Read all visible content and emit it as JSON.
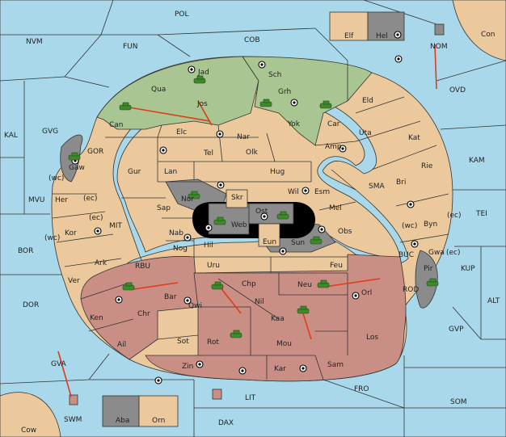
{
  "colors": {
    "sea": "#a9d8ea",
    "neutral_land": "#ecc99c",
    "green_power": "#a9c692",
    "red_power": "#c98f84",
    "grey_power": "#8b8b8b",
    "impassable": "#000000",
    "order_arrow": "#e03a1a",
    "unit": "#3e8a2a"
  },
  "ocean_labels": [
    "POL",
    "NVM",
    "FUN",
    "COB",
    "NOM",
    "Con",
    "OVD",
    "KAL",
    "GVG",
    "GOR",
    "KAM",
    "MVU",
    "SMA",
    "TEI",
    "MIT",
    "BOR",
    "RBU",
    "BUC",
    "KUP",
    "DOR",
    "ROD",
    "ALT",
    "GVP",
    "GVA",
    "FRO",
    "SOM",
    "LIT",
    "SWM",
    "Cow",
    "DAX"
  ],
  "land_labels": [
    "Elf",
    "Hel",
    "Jad",
    "Sch",
    "Qua",
    "Jos",
    "Grh",
    "Can",
    "Eld",
    "Yok",
    "Car",
    "Elc",
    "Nar",
    "Uta",
    "Tel",
    "Gaw",
    "Amp",
    "Kat",
    "Gur",
    "Olk",
    "Lan",
    "Hug",
    "Rie",
    "Bri",
    "Wil",
    "Esm",
    "Nor",
    "Skr",
    "Her",
    "Sap",
    "Web",
    "Ost",
    "Mel",
    "Byn",
    "Kor",
    "Nab",
    "Eun",
    "Obs",
    "Sun",
    "Gwa",
    "Hil",
    "Ark",
    "Nog",
    "Uru",
    "Feu",
    "Pir",
    "Ver",
    "Bar",
    "Chp",
    "Neu",
    "Orl",
    "Qwi",
    "Nil",
    "Chr",
    "Ken",
    "Kaa",
    "Los",
    "Sot",
    "Rot",
    "Ail",
    "Mou",
    "Zin",
    "Kar",
    "Sam",
    "Aba",
    "Orn"
  ],
  "coast_tags": [
    "(wc)",
    "(ec)",
    "(ec)",
    "(wc)",
    "(wc)",
    "(ec)",
    "(ec)"
  ]
}
